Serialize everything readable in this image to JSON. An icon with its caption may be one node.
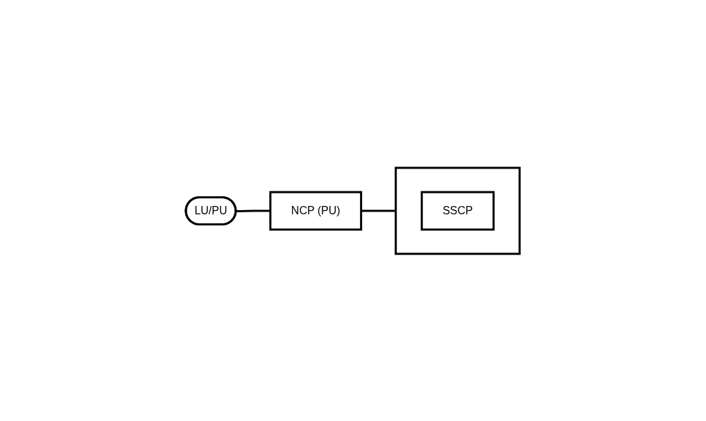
{
  "diagram": {
    "nodes": [
      {
        "text": [
          "LU/PU"
        ]
      },
      {
        "text": [
          "NCP (PU)"
        ]
      },
      {
        "text": [],
        "shape": "box"
      },
      {
        "text": [
          "SSCP"
        ],
        "in": 2
      }
    ],
    "edges": [
      {
        "from": 0,
        "to": 1,
        "arrow": "none"
      },
      {
        "from": 1,
        "to": 2,
        "arrow": "none"
      }
    ]
  }
}
